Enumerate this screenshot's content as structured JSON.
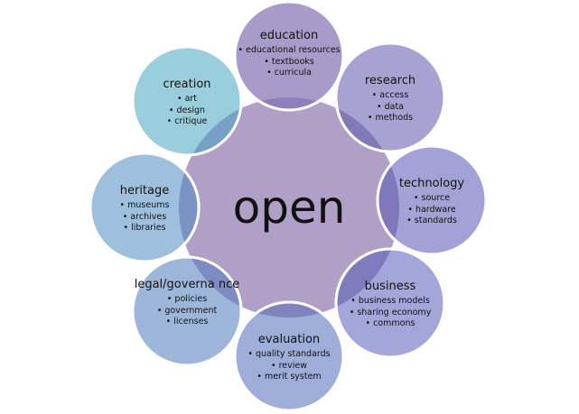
{
  "center": {
    "label": "open",
    "color": "#b0a0c8"
  },
  "nodes": [
    {
      "title": "education",
      "items": [
        "educational resources",
        "textbooks",
        "curricula"
      ],
      "color": "#a99bc9",
      "overlap": "#8e7fba"
    },
    {
      "title": "research",
      "items": [
        "access",
        "data",
        "methods"
      ],
      "color": "#a7a2d2",
      "overlap": "#8479b8"
    },
    {
      "title": "technology",
      "items": [
        "source",
        "hardware",
        "standards"
      ],
      "color": "#a3a2d6",
      "overlap": "#7f78ba"
    },
    {
      "title": "business",
      "items": [
        "business models",
        "sharing economy",
        "commons"
      ],
      "color": "#a3a6d9",
      "overlap": "#7e7cbc"
    },
    {
      "title": "evaluation",
      "items": [
        "quality standards",
        "review",
        "merit system"
      ],
      "color": "#9faed8",
      "overlap": "#7f84bf"
    },
    {
      "title": "legal/governa nce",
      "items": [
        "policies",
        "government",
        "licenses"
      ],
      "color": "#9fb6db",
      "overlap": "#7e8bc2"
    },
    {
      "title": "heritage",
      "items": [
        "museums",
        "archives",
        "libraries"
      ],
      "color": "#9ec0de",
      "overlap": "#7b92c4"
    },
    {
      "title": "creation",
      "items": [
        "art",
        "design",
        "critique"
      ],
      "color": "#9bcedd",
      "overlap": "#76a0c6"
    }
  ]
}
